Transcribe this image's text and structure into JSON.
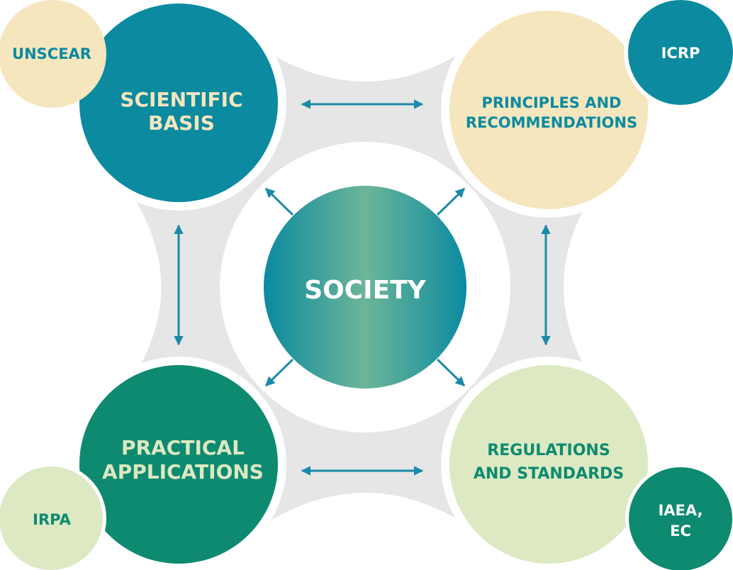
{
  "colors": {
    "teal": "#0b8aa0",
    "cream": "#f5e6be",
    "green": "#0e8a70",
    "light_green": "#dce9c2",
    "connector": "#e6e6e6",
    "arrow": "#1a8aa8",
    "white_text": "#ffffff"
  },
  "center": {
    "label": "SOCIETY"
  },
  "nodes": {
    "scientific_basis": {
      "line1": "SCIENTIFIC",
      "line2": "BASIS"
    },
    "principles": {
      "line1": "PRINCIPLES AND",
      "line2": "RECOMMENDATIONS"
    },
    "practical": {
      "line1": "PRACTICAL",
      "line2": "APPLICATIONS"
    },
    "regulations": {
      "line1": "REGULATIONS",
      "line2": "AND STANDARDS"
    }
  },
  "organizations": {
    "unscear": "UNSCEAR",
    "icrp": "ICRP",
    "irpa": "IRPA",
    "iaea_line1": "IAEA,",
    "iaea_line2": "EC"
  }
}
